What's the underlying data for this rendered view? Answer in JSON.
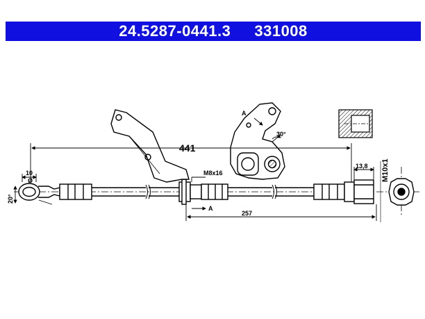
{
  "header": {
    "part_number": "24.5287-0441.3",
    "ref_number": "331008",
    "background_color": "#1010e0",
    "text_color": "#ffffff"
  },
  "dimensions": {
    "overall_length": "441",
    "partial_length": "257",
    "thread_left": "M8x16",
    "thread_right": "M10x1",
    "end_length": "13,8",
    "eye_diameter_value": "10",
    "eye_diameter_symbol": "Ø",
    "eye_angle": "20°",
    "bracket_angle": "30°",
    "section_label_detail": "A",
    "section_label_axis": "A"
  }
}
